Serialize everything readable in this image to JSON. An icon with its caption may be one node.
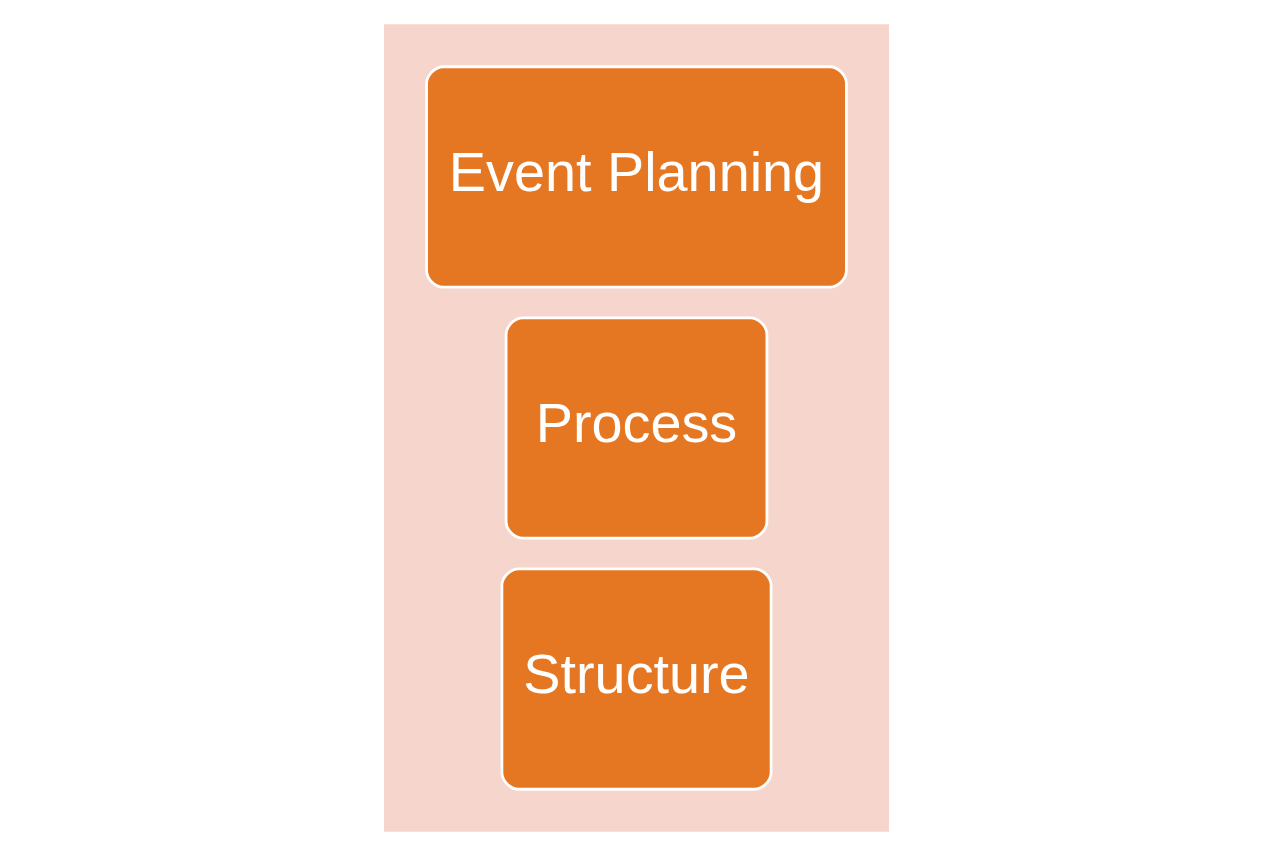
{
  "diagram": {
    "nodes": [
      {
        "text": [],
        "shape": "arrow"
      },
      {
        "text": [
          "Structure"
        ],
        "in": 0
      },
      {
        "text": [
          "Process"
        ],
        "in": 0
      },
      {
        "text": [
          "Event Planning"
        ],
        "in": 0
      }
    ],
    "edges": []
  }
}
